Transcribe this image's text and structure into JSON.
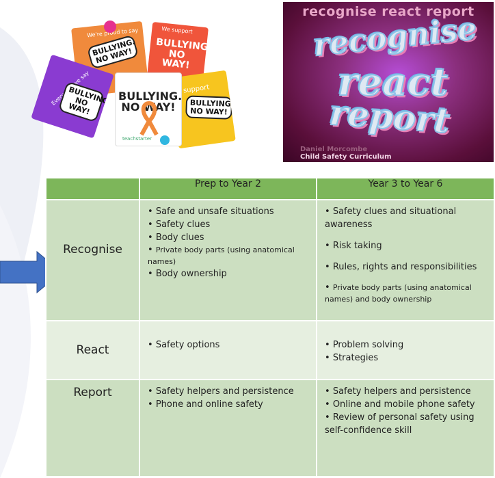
{
  "images": {
    "bullying": {
      "main_slogan": "BULLYING. NO WAY!",
      "card_texts": [
        "We're proud to say",
        "We support",
        "Every day we say",
        "I support"
      ],
      "brand": "teachstarter",
      "ribbon_color": "#f08a3c"
    },
    "recognise_react_report": {
      "header": "recognise  react  report",
      "words": [
        "recognise",
        "react",
        "report"
      ],
      "author": "Daniel Morcombe",
      "subtitle": "Child Safety Curriculum"
    }
  },
  "table": {
    "columns": [
      "",
      "Prep to Year 2",
      "Year 3 to Year 6"
    ],
    "rows": [
      {
        "label": "Recognise",
        "prep": [
          "Safe and unsafe situations",
          "Safety clues",
          "Body clues",
          "Private body parts (using anatomical names)",
          "Body ownership"
        ],
        "year3": [
          "Safety clues and situational awareness",
          "Risk taking",
          "Rules, rights and responsibilities",
          "Private body parts (using anatomical names) and body ownership"
        ]
      },
      {
        "label": "React",
        "prep": [
          "Safety options"
        ],
        "year3": [
          "Problem solving",
          "Strategies"
        ]
      },
      {
        "label": "Report",
        "prep": [
          "Safety helpers and persistence",
          "Phone and online safety"
        ],
        "year3": [
          "Safety helpers and persistence",
          "Online and mobile phone safety",
          "Review of personal safety using self-confidence skill"
        ]
      }
    ]
  },
  "colors": {
    "header_green": "#7db65a",
    "row_green": "#ccdfc1",
    "row_light": "#e6efe0",
    "arrow_blue": "#4472c4"
  }
}
